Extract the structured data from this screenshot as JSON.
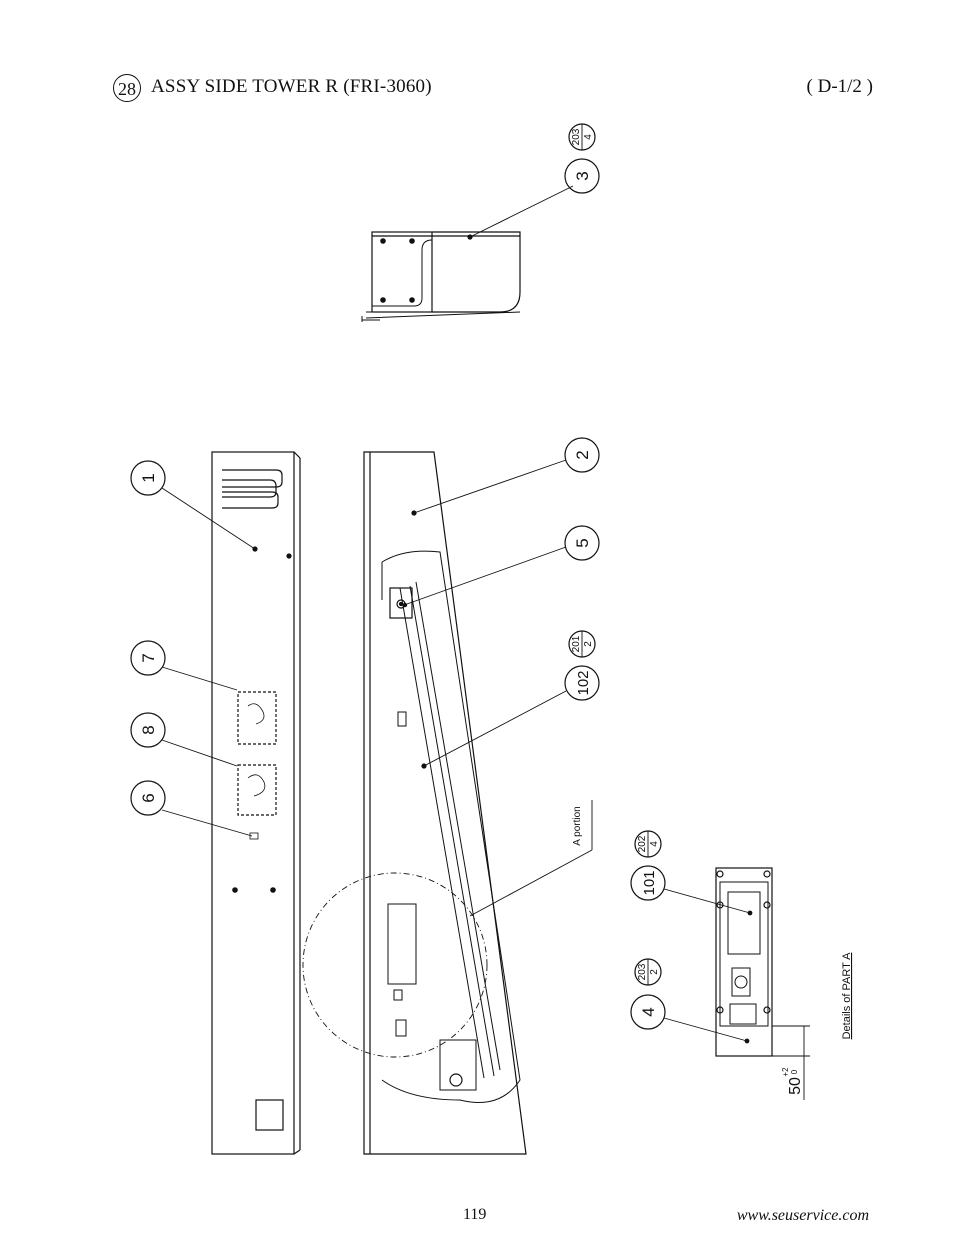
{
  "header": {
    "section_number": "28",
    "title": "ASSY SIDE TOWER R (FRI-3060)",
    "sheet_code": "( D-1/2 )"
  },
  "callouts": {
    "c1": "1",
    "c2": "2",
    "c3": "3",
    "c4": "4",
    "c5": "5",
    "c6": "6",
    "c7": "7",
    "c8": "8",
    "c101": "101",
    "c102": "102",
    "fast_203_4": {
      "top": "203",
      "bottom": "4"
    },
    "fast_201_2": {
      "top": "201",
      "bottom": "2"
    },
    "fast_202_4": {
      "top": "202",
      "bottom": "4"
    },
    "fast_203_2": {
      "top": "203",
      "bottom": "2"
    }
  },
  "annotations": {
    "a_portion": "A portion",
    "details_label": "Details of PART A",
    "dimension_base": "50",
    "dimension_tol_plus": "+2",
    "dimension_tol_minus": "0"
  },
  "footer": {
    "page_number": "119",
    "website": "www.seuservice.com"
  }
}
